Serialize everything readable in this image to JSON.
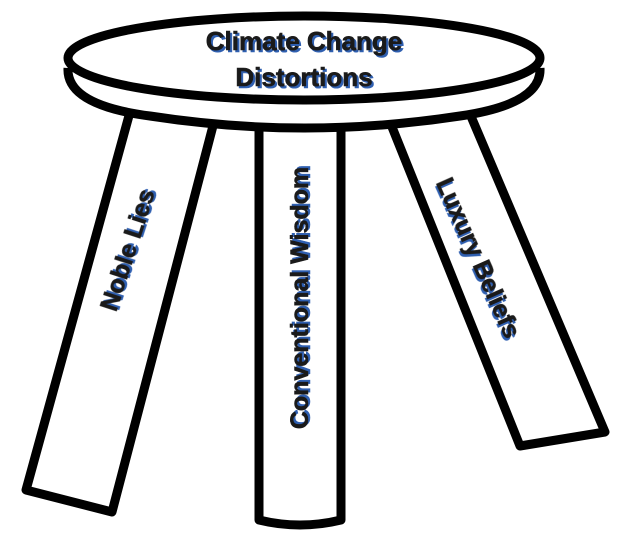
{
  "seat": {
    "line1": "Climate Change",
    "line2": "Distortions"
  },
  "legs": [
    {
      "label": "Noble Lies"
    },
    {
      "label": "Conventional Wisdom"
    },
    {
      "label": "Luxury Beliefs"
    }
  ],
  "colors": {
    "outline": "#000000",
    "text": "#1a1a1a",
    "text_shadow": "#2f5fb0"
  }
}
